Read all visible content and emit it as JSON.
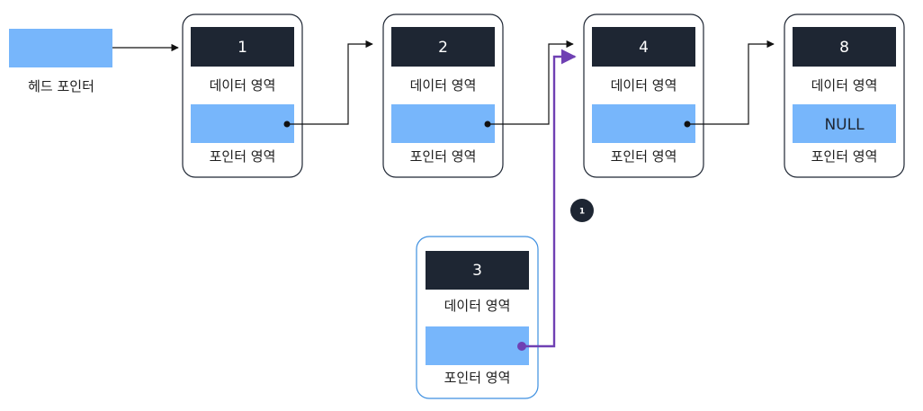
{
  "head": {
    "label": "헤드 포인터"
  },
  "nodes": [
    {
      "id": "1",
      "value": "1",
      "data_label": "데이터 영역",
      "pointer_label": "포인터 영역",
      "pointer_value": ""
    },
    {
      "id": "2",
      "value": "2",
      "data_label": "데이터 영역",
      "pointer_label": "포인터 영역",
      "pointer_value": ""
    },
    {
      "id": "4",
      "value": "4",
      "data_label": "데이터 영역",
      "pointer_label": "포인터 영역",
      "pointer_value": ""
    },
    {
      "id": "8",
      "value": "8",
      "data_label": "데이터 영역",
      "pointer_label": "포인터 영역",
      "pointer_value": "NULL"
    }
  ],
  "new_node": {
    "value": "3",
    "data_label": "데이터 영역",
    "pointer_label": "포인터 영역"
  },
  "step_badge": "1",
  "colors": {
    "node_border": "#1e2633",
    "new_node_border": "#3d8fe0",
    "data_fill": "#1e2633",
    "pointer_fill": "#77b6fb",
    "arrow": "#111111",
    "new_link": "#6f40b3",
    "badge_fill": "#1e2633"
  }
}
